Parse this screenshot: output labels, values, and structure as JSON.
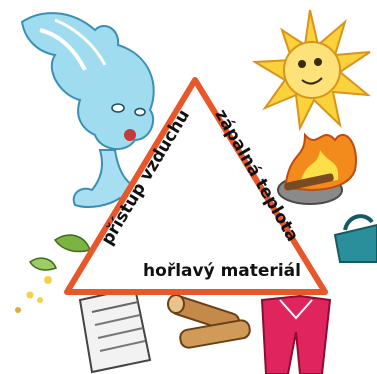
{
  "triangle": {
    "left_label": "přístup vzduchu",
    "right_label": "zápalná teplota",
    "bottom_label": "hořlavý materiál",
    "stroke_color": "#e8572a"
  },
  "illustrations": {
    "wind": "wind-face-icon",
    "sun": "sun-face-icon",
    "fire": "campfire-icon",
    "iron": "clothes-iron-icon",
    "newspaper": "newspaper-icon",
    "wood": "firewood-icon",
    "clothes": "pajamas-icon",
    "leaves": "leaves-icon"
  }
}
